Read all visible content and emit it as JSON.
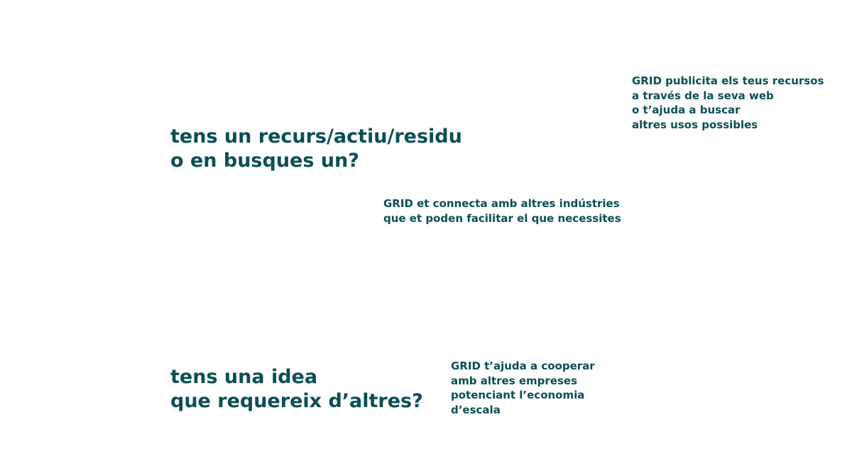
{
  "headings": {
    "resource": [
      "tens un recurs/actiu/residu",
      "o en busques un?"
    ],
    "idea": [
      "tens una idea",
      "que requereix d’altres?"
    ]
  },
  "notes": {
    "publish": [
      "GRID publicita els teus recursos",
      "a través de la seva web",
      "o t’ajuda a buscar",
      "altres usos possibles"
    ],
    "connect": [
      "GRID et connecta amb altres indústries",
      "que et poden facilitar el que necessites"
    ],
    "cooperate": [
      "GRID t’ajuda a cooperar",
      "amb altres empreses",
      "potenciant l’economia",
      "d’escala"
    ]
  },
  "colors": {
    "text": "#0b4f55",
    "background": "#ffffff"
  }
}
